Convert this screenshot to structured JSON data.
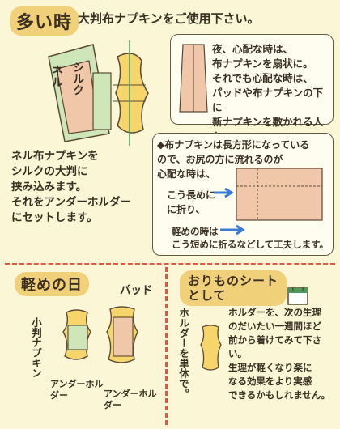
{
  "heavy": {
    "title": "多い時",
    "subtitle": "大判布ナプキンをご使用下さい。",
    "left_label": "ネル",
    "right_label": "シルク",
    "left_text": [
      "ネル布ナプキンを",
      "シルクの大判に",
      "挟み込みます。",
      "それをアンダーホルダー",
      "にセットします。"
    ],
    "right_top_text": [
      "夜、心配な時は、",
      "布ナプキンを扇状に。",
      "それでも心配な時は、",
      "パッドや布ナプキンの下に",
      "新ナプキンを敷かれる人も。"
    ],
    "right_mid_text": [
      "◆布ナプキンは長方形になっている",
      "ので、お尻の方に流れるのが",
      "心配な時は、"
    ],
    "fold_long": [
      "こう長めに",
      "に折り、"
    ],
    "fold_short": [
      "軽めの時は",
      "こう短めに折るなどして工夫します。"
    ]
  },
  "light": {
    "title": "軽めの日",
    "pad_label": "パッド",
    "small_label": "小判ナプキン",
    "holder_label_1": "アンダーホルダー",
    "holder_label_2": "アンダーホルダー"
  },
  "orimono": {
    "title_line1": "おりものシート",
    "title_line2": "として",
    "vertical_text": "ホルダーを単体で。",
    "right_text": [
      "ホルダーを、次の生理",
      "のだいたい一週間ほど",
      "前から着けてみて下さい。",
      "生理が軽くなり楽に",
      "なる効果をより実感",
      "できるかもしれません。"
    ]
  },
  "colors": {
    "accent": "#f1d07a",
    "divider": "#e4573f",
    "blue": "#3a7bd5",
    "green": "#4a9a5a"
  }
}
